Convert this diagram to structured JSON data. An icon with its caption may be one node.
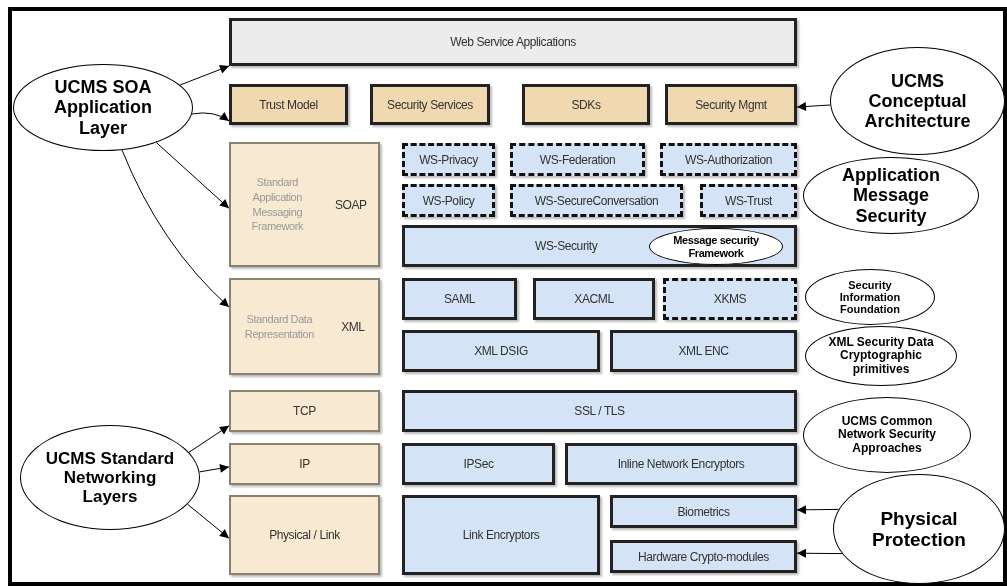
{
  "diagram": {
    "nodes": [
      {
        "text": [
          "Web Service Applications"
        ]
      },
      {
        "text": [
          "UCMS SOA Application Layer"
        ]
      },
      {
        "text": [
          "Trust Model"
        ]
      },
      {
        "text": [
          "Security Services"
        ]
      },
      {
        "text": [
          "SDKs"
        ]
      },
      {
        "text": [
          "Security Mgmt"
        ]
      },
      {
        "text": [
          "UCMS Conceptual Architecture"
        ]
      },
      {
        "text": [
          "Standard Application Messaging Framework",
          "SOAP"
        ]
      },
      {
        "text": [
          "WS-Privacy"
        ]
      },
      {
        "text": [
          "WS-Federation"
        ]
      },
      {
        "text": [
          "WS-Authorization"
        ]
      },
      {
        "text": [
          "Application Message Security"
        ]
      },
      {
        "text": [
          "WS-Policy"
        ]
      },
      {
        "text": [
          "WS-SecureConversation"
        ]
      },
      {
        "text": [
          "WS-Trust"
        ]
      },
      {
        "text": [
          "WS-Security"
        ]
      },
      {
        "text": [
          "Message security Framework"
        ],
        "in": 15
      },
      {
        "text": [
          "Standard Data Representation",
          "XML"
        ]
      },
      {
        "text": [
          "SAML"
        ]
      },
      {
        "text": [
          "XACML"
        ]
      },
      {
        "text": [
          "XKMS"
        ]
      },
      {
        "text": [
          "Security Information Foundation"
        ]
      },
      {
        "text": [
          "XML DSIG"
        ]
      },
      {
        "text": [
          "XML ENC"
        ]
      },
      {
        "text": [
          "XML Security Data Cryptographic primitives"
        ]
      },
      {
        "text": [
          "TCP"
        ]
      },
      {
        "text": [
          "SSL / TLS"
        ]
      },
      {
        "text": [
          "UCMS Common Network Security Approaches"
        ]
      },
      {
        "text": [
          "UCMS Standard Networking Layers"
        ]
      },
      {
        "text": [
          "IP"
        ]
      },
      {
        "text": [
          "IPSec"
        ]
      },
      {
        "text": [
          "Inline Network Encryptors"
        ]
      },
      {
        "text": [
          "Physical / Link"
        ]
      },
      {
        "text": [
          "Link Encryptors"
        ]
      },
      {
        "text": [
          "Biometrics"
        ]
      },
      {
        "text": [
          "Physical Protection"
        ]
      },
      {
        "text": [
          "Hardware Crypto-modules"
        ]
      }
    ],
    "edges": [
      {
        "from": 1,
        "to": 0,
        "arrow": "to"
      },
      {
        "from": 1,
        "to": 2,
        "arrow": "to"
      },
      {
        "from": 1,
        "to": 7,
        "arrow": "to"
      },
      {
        "from": 1,
        "to": 17,
        "arrow": "to"
      },
      {
        "from": 6,
        "to": 5,
        "arrow": "to"
      },
      {
        "from": 28,
        "to": 25,
        "arrow": "to"
      },
      {
        "from": 28,
        "to": 29,
        "arrow": "to"
      },
      {
        "from": 28,
        "to": 32,
        "arrow": "to"
      },
      {
        "from": 35,
        "to": 34,
        "arrow": "to"
      },
      {
        "from": 35,
        "to": 36,
        "arrow": "to"
      }
    ]
  }
}
